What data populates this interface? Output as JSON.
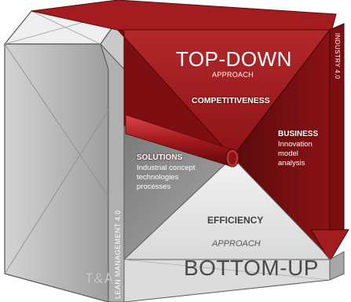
{
  "colors": {
    "red_main": "#9b1518",
    "red_dark": "#6e0c0f",
    "red_light": "#b3282b",
    "grey_light": "#e6e6e6",
    "grey_mid": "#bdbdbd",
    "grey_dark": "#8c8c8c",
    "outline": "#5a5a5a"
  },
  "top": {
    "title": "TOP-DOWN",
    "subtitle": "APPROACH"
  },
  "bottom": {
    "subtitle": "APPROACH",
    "title": "BOTTOM-UP"
  },
  "labels": {
    "competitiveness": "COMPETITIVENESS",
    "efficiency": "EFFICIENCY",
    "business": {
      "heading": "BUSINESS",
      "lines": [
        "Innovation",
        "model",
        "analysis"
      ]
    },
    "solutions": {
      "heading": "SOLUTIONS",
      "lines": [
        "Industrial concept",
        "technologies",
        "processes"
      ]
    }
  },
  "side_labels": {
    "left": "LEAN MANAGEMENT 4.0",
    "right": "INDUSTRY 4.0"
  },
  "logo_text": "T&A"
}
